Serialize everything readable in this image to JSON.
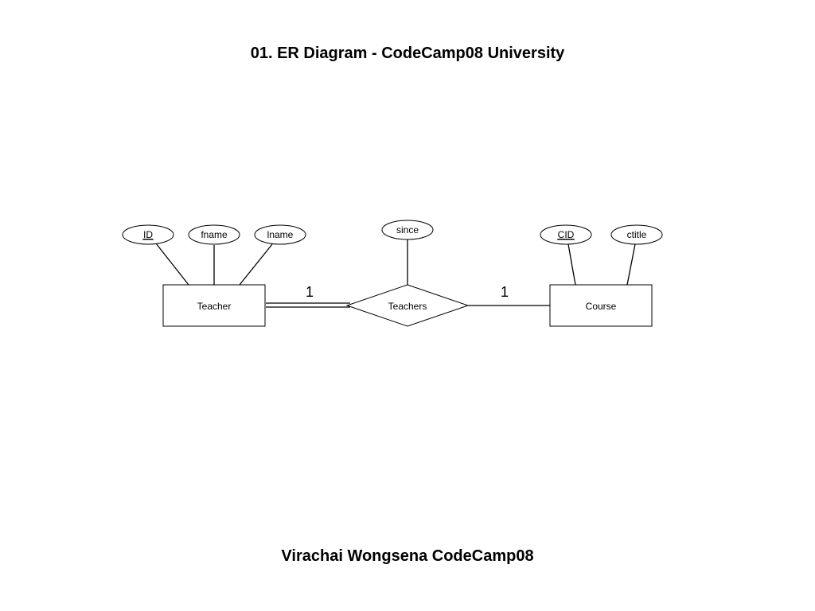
{
  "title": "01. ER Diagram - CodeCamp08 University",
  "footer": "Virachai Wongsena CodeCamp08",
  "entities": {
    "teacher": "Teacher",
    "course": "Course"
  },
  "relationship": {
    "name": "Teachers",
    "attribute": "since"
  },
  "attributes": {
    "teacher": [
      {
        "label": "ID",
        "key": true
      },
      {
        "label": "fname",
        "key": false
      },
      {
        "label": "lname",
        "key": false
      }
    ],
    "course": [
      {
        "label": "CID",
        "key": true
      },
      {
        "label": "ctitle",
        "key": false
      }
    ]
  },
  "cardinality": {
    "teacher_side": "1",
    "course_side": "1"
  }
}
